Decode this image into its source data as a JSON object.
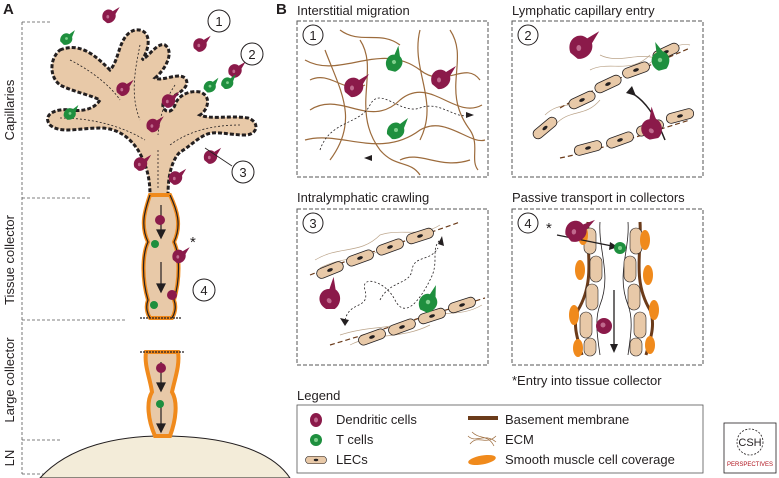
{
  "panel_a": {
    "label": "A",
    "regions": [
      "Capillaries",
      "Tissue collector",
      "Large collector",
      "LN"
    ],
    "markers": [
      "1",
      "2",
      "3",
      "4"
    ],
    "asterisk": "*"
  },
  "panel_b": {
    "label": "B",
    "boxes": [
      {
        "num": "1",
        "title": "Interstitial migration"
      },
      {
        "num": "2",
        "title": "Lymphatic capillary entry"
      },
      {
        "num": "3",
        "title": "Intralymphatic crawling"
      },
      {
        "num": "4",
        "title": "Passive transport in collectors"
      }
    ],
    "asterisk": "*",
    "footnote": "*Entry into tissue collector"
  },
  "legend": {
    "title": "Legend",
    "items": [
      {
        "label": "Dendritic cells"
      },
      {
        "label": "T cells"
      },
      {
        "label": "LECs"
      },
      {
        "label": "Basement membrane"
      },
      {
        "label": "ECM"
      },
      {
        "label": "Smooth muscle cell coverage"
      }
    ]
  },
  "logo": {
    "text": "CSH",
    "subtext": "PERSPECTIVES"
  },
  "colors": {
    "vessel": "#e8c9a8",
    "dendritic": "#8b1a4a",
    "tcell": "#1e8f3e",
    "basement": "#6b3b1a",
    "ecm": "#9c6b3c",
    "smooth_muscle": "#f08a1c",
    "ln": "#f3ecd9"
  }
}
